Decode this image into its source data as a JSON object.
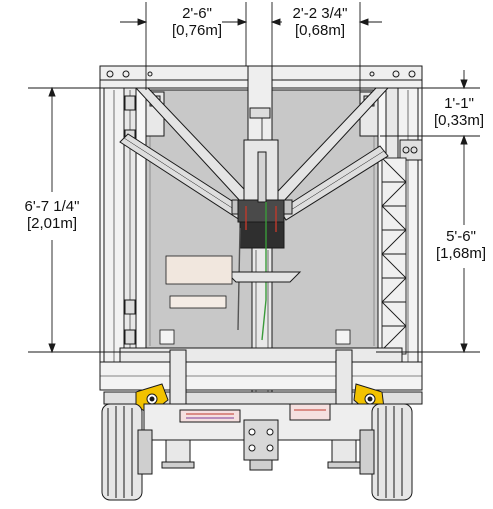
{
  "dimensions": {
    "top_left": {
      "imperial": "2'-6\"",
      "metric": "0,76m"
    },
    "top_right": {
      "imperial": "2'-2 3/4\"",
      "metric": "0,68m"
    },
    "right_upper": {
      "imperial": "1'-1\"",
      "metric": "0,33m"
    },
    "left_height": {
      "imperial": "6'-7 1/4\"",
      "metric": "2,01m"
    },
    "right_height": {
      "imperial": "5'-6\"",
      "metric": "1,68m"
    }
  },
  "colors": {
    "line": "#1a1a1a",
    "panel_fill": "#c8c8c8",
    "frame_fill": "#f4f4f4",
    "safety_yellow": "#f2c200",
    "tire": "#e6e6e6",
    "accent_red": "#c0392b",
    "accent_green": "#3a9a3a"
  }
}
